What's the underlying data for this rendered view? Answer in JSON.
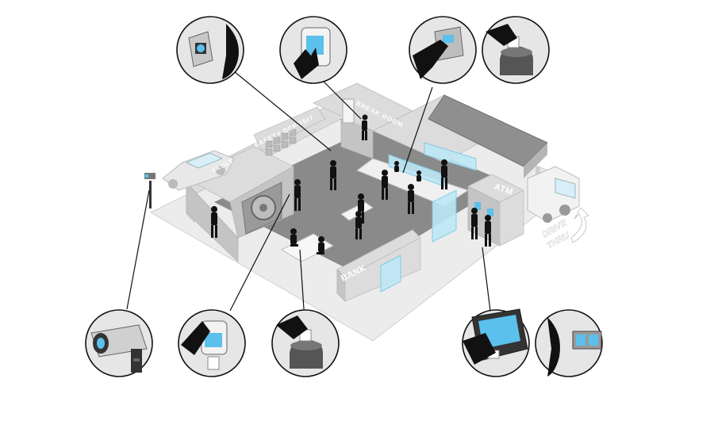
{
  "labels": {
    "vault": "VAULT",
    "safety_deposit": "SAFETY DEPOSIT",
    "break_room": "BREAK ROOM",
    "atm": "ATM",
    "bank": "BANK",
    "drive_thru_line1": "DRIVE",
    "drive_thru_line2": "THRU"
  },
  "colors": {
    "floor": "#8a8a8a",
    "wall": "#dcdcdc",
    "accent_screen": "#5bc0ec",
    "figure": "#111111"
  },
  "callouts": [
    {
      "id": "iris-scanner",
      "icon": "iris-scanner-icon"
    },
    {
      "id": "handprint-reader",
      "icon": "hand-reader-icon"
    },
    {
      "id": "fingerprint-reader",
      "icon": "fingerprint-reader-icon"
    },
    {
      "id": "card-reader-top",
      "icon": "card-reader-icon"
    },
    {
      "id": "security-camera",
      "icon": "camera-icon"
    },
    {
      "id": "card-terminal",
      "icon": "card-terminal-icon"
    },
    {
      "id": "card-reader-bottom",
      "icon": "card-reader-icon"
    },
    {
      "id": "atm-card-slot",
      "icon": "atm-card-icon"
    },
    {
      "id": "atm-face-camera",
      "icon": "face-camera-icon"
    }
  ]
}
